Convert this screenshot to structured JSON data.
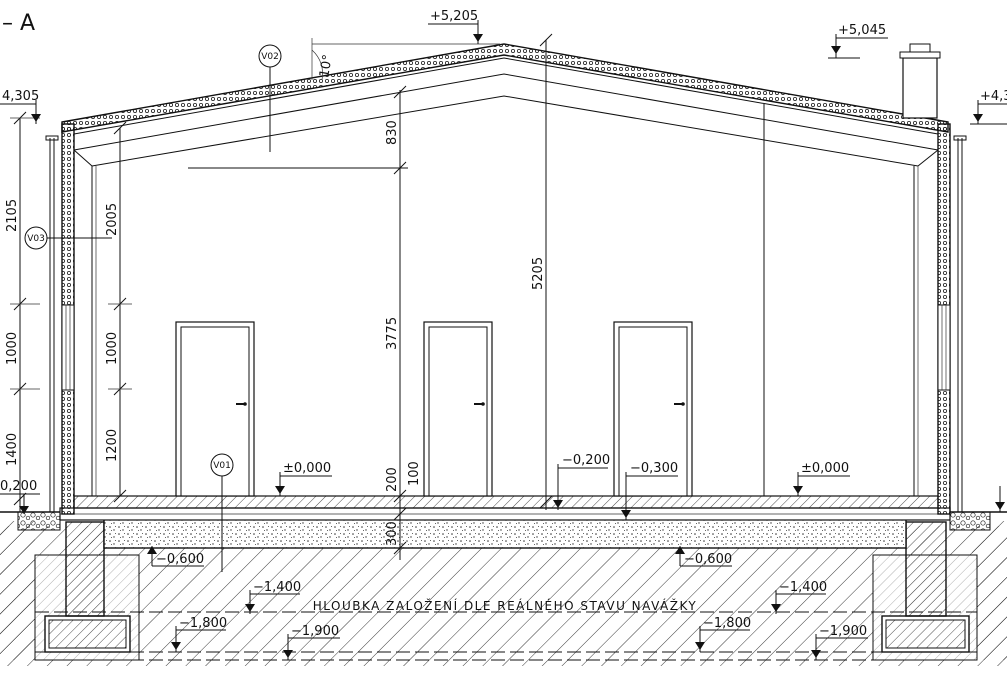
{
  "section_title": "– A",
  "levels": {
    "ridge": "+5,205",
    "chimney": "+5,045",
    "eave_left": "4,305",
    "eave_right": "+4,3",
    "ground_left": "0,200",
    "floor_left": "±0,000",
    "floor_right": "±0,000",
    "minus_200": "−0,200",
    "minus_300": "−0,300",
    "minus_600_left": "−0,600",
    "minus_600_right": "−0,600",
    "minus_1400_left": "−1,400",
    "minus_1400_right": "−1,400",
    "minus_1800_left": "−1,800",
    "minus_1800_right": "−1,800",
    "minus_1900_left": "−1,900",
    "minus_1900_right": "−1,900"
  },
  "dimensions": {
    "roof_angle": "10°",
    "roof_830": "830",
    "height_5205": "5205",
    "height_3775": "3775",
    "d_200": "200",
    "d_100": "100",
    "d_300": "300",
    "left_2105": "2105",
    "left_1000": "1000",
    "left_1400": "1400",
    "inner_2005": "2005",
    "inner_1000": "1000",
    "inner_1200": "1200"
  },
  "tags": {
    "v01": "V01",
    "v02": "V02",
    "v03": "V03"
  },
  "note": "HLOUBKA ZALOŽENÍ DLE REÁLNÉHO STAVU NAVÁŽKY"
}
